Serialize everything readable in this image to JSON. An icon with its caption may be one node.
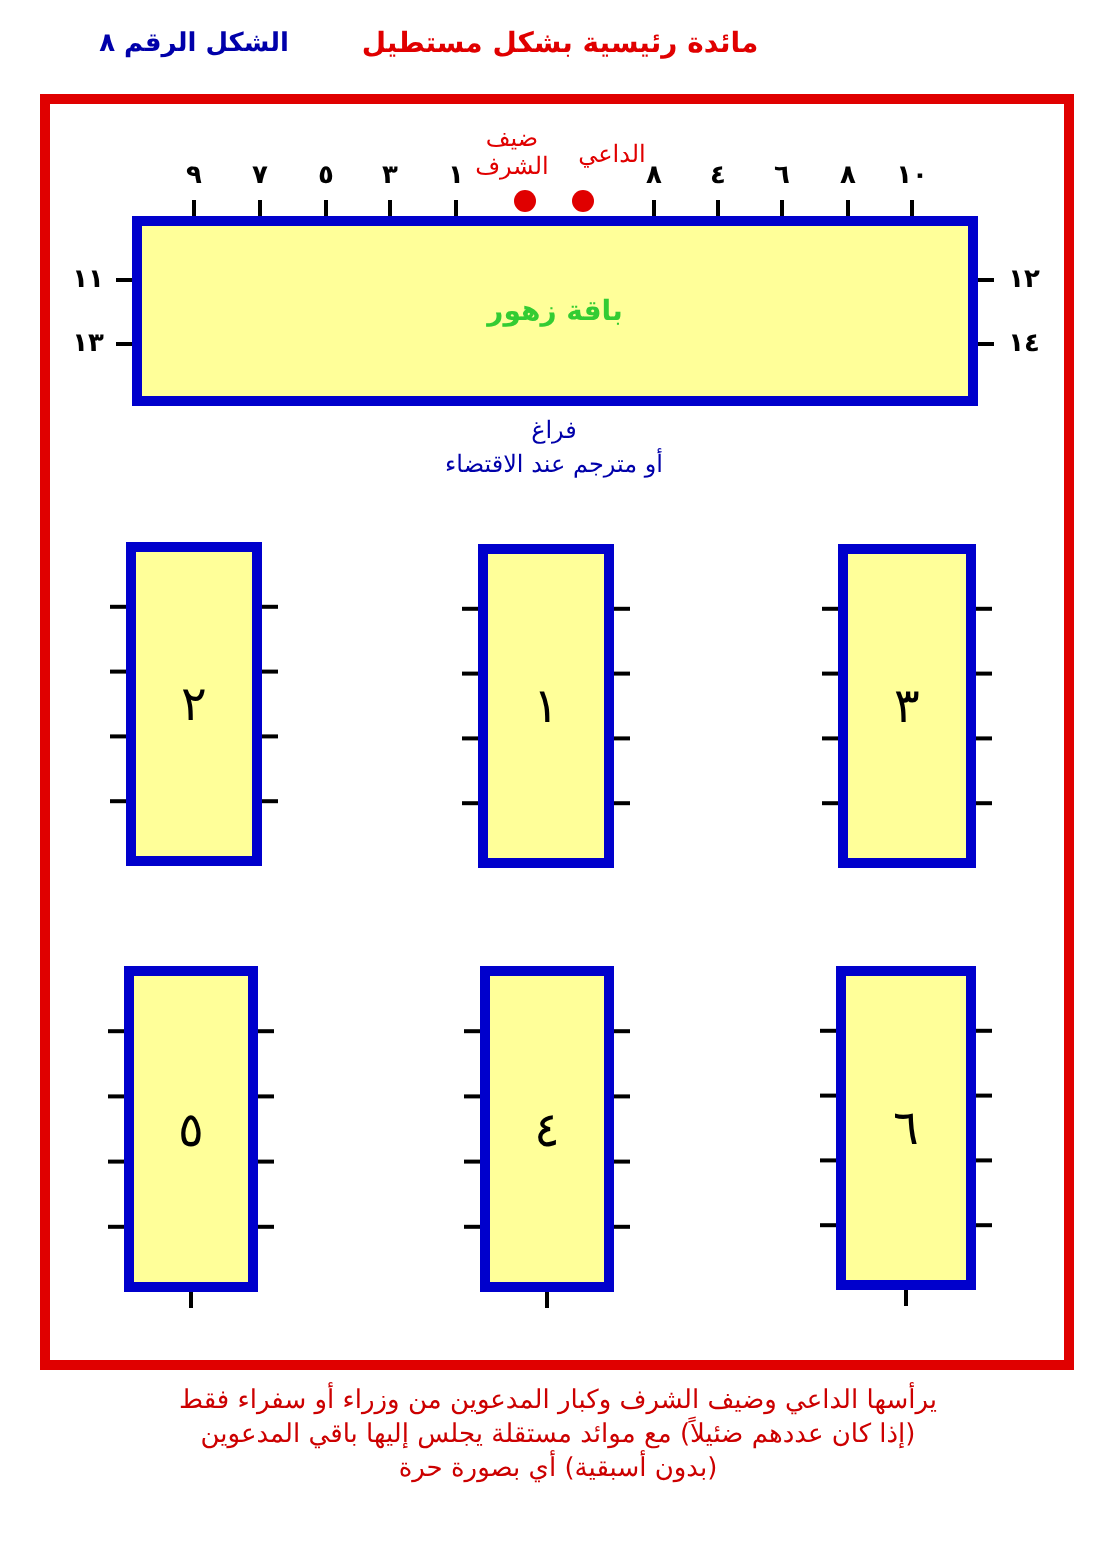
{
  "diagram": {
    "title": "مائدة رئيسية بشكل مستطيل",
    "caption": "يرأسها الداعي وضيف الشرف وكبار المدعوين من وزراء أو سفراء فقط (إذا كان عددهم ضئيلاً) مع موائد مستقلة يجلس إليها باقي المدعوين (بدون أسبقية) أي بصورة حرة",
    "nodes": [
      {
        "text": [],
        "shape": "box"
      },
      {
        "text": [],
        "shape": "circle",
        "beside": [
          "ضيف الشرف"
        ],
        "in": 0
      },
      {
        "text": [],
        "shape": "circle",
        "beside": [
          "الداعي"
        ],
        "in": 0
      },
      {
        "text": [
          "باقة زهور"
        ],
        "in": 0,
        "beside": [
          "فراغ",
          "أو مترجم عند الاقتضاء"
        ]
      },
      {
        "text": [
          "٢"
        ],
        "in": 0
      },
      {
        "text": [
          "١"
        ],
        "in": 0
      },
      {
        "text": [
          "٣"
        ],
        "in": 0
      },
      {
        "text": [
          "٥"
        ],
        "in": 0
      },
      {
        "text": [
          "٤"
        ],
        "in": 0
      },
      {
        "text": [
          "٦"
        ],
        "in": 0
      }
    ],
    "edges": [],
    "labels": [
      "الشكل الرقم ٨",
      "٩",
      "٧",
      "٥",
      "٣",
      "١",
      "٨",
      "٤",
      "٦",
      "٨",
      "١٠",
      "١١",
      "١٢",
      "١٣",
      "١٤"
    ]
  }
}
